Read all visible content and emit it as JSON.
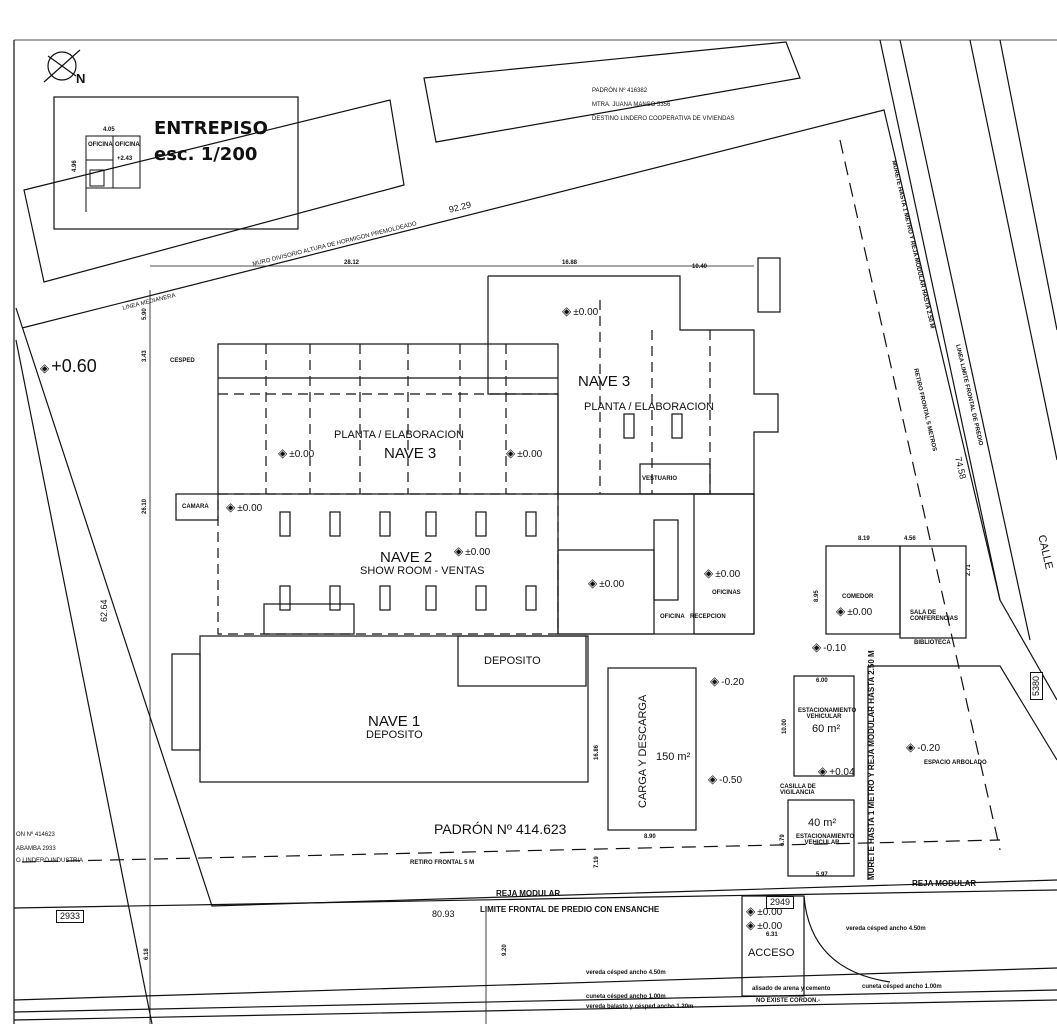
{
  "north_label": "N",
  "mezzanine": {
    "title": "ENTREPISO",
    "scale": "esc. 1/200",
    "dims": [
      "4.05",
      "4.96",
      "+2.43"
    ],
    "rooms": [
      "OFICINA",
      "OFICINA"
    ]
  },
  "neighbor_top": {
    "lines": [
      "PADRÓN Nº 416382",
      "MTRA. JUANA MANSO 5356",
      "DESTINO LINDERO COOPERATIVA DE VIVIENDAS"
    ]
  },
  "neighbor_left": {
    "lines": [
      "ON Nº 414623",
      "ABAMBA 2933",
      "O LINDERO INDUSTRIA"
    ]
  },
  "labels": {
    "nave3_a": "NAVE 3",
    "planta_a": "PLANTA / ELABORACION",
    "nave3_b": "NAVE 3",
    "planta_b": "PLANTA / ELABORACION",
    "nave2": "NAVE 2",
    "showroom": "SHOW ROOM - VENTAS",
    "nave1": "NAVE 1",
    "deposito1": "DEPOSITO",
    "deposito2": "DEPOSITO",
    "carga": "CARGA Y DESCARGA",
    "carga_area": "150 m²",
    "padron": "PADRÓN Nº 414.623",
    "retiro": "RETIRO FRONTAL 5 M",
    "reja1": "REJA MODULAR",
    "reja2": "REJA MODULAR",
    "limite": "LIMITE FRONTAL DE PREDIO CON ENSANCHE",
    "acceso": "ACCESO",
    "est1_title": "ESTACIONAMIENTO VEHICULAR",
    "est1_area": "60 m²",
    "est2_title": "ESTACIONAMIENTO VEHICULAR",
    "est2_area": "40 m²",
    "casilla": "CASILLA DE VIGILANCIA",
    "comedor": "COMEDOR",
    "sala": "SALA DE CONFERENCIAS",
    "biblioteca": "BIBLIOTECA",
    "espacio": "ESPACIO ARBOLADO",
    "oficinas": "OFICINAS",
    "oficina": "OFICINA",
    "recepcion": "RECEPCION",
    "vestuario": "VESTUARIO",
    "camara": "CAMARA",
    "cesped": "CESPED",
    "vereda1": "vereda césped ancho 4.50m",
    "vereda2": "vereda césped ancho 4.50m",
    "cuneta1": "cuneta césped ancho 1.00m",
    "cuneta2": "cuneta césped ancho 1.00m",
    "vereda_balasto": "vereda balasto y césped ancho 1.20m",
    "alisado": "alisado de arena y cemento",
    "no_cordon": "NO EXISTE CORDON.-",
    "calle": "CALLE",
    "lote_2933": "2933",
    "lote_2949": "2949",
    "lote_5380": "5380",
    "muro_top": "MURO DIVISORIO ALTURA DE HORMIGON PREMOLDEADO",
    "linea_medianera": "LINEA MEDIANERA",
    "murete_right": "MURETE HASTA 1 METRO Y REJA MODULAR HASTA 2.50 M",
    "murete_bottom": "MURETE HASTA 1 METRO Y REJA MODULAR HASTA 2.50 M",
    "retiro_right": "RETIRO FRONTAL 5 METROS",
    "linea_limite": "LINEA LIMITE FRONTAL DE PREDIO"
  },
  "levels": {
    "l060": "+0.60",
    "l000a": "±0.00",
    "l000b": "±0.00",
    "l000c": "±0.00",
    "l000d": "±0.00",
    "l000e": "±0.00",
    "l000f": "±0.00",
    "l000g": "±0.00",
    "l000h": "±0.00",
    "l000i": "±0.00",
    "l000j": "±0.00",
    "lm010": "-0.10",
    "lm020a": "-0.20",
    "lm020b": "-0.20",
    "lm050": "-0.50",
    "l004": "+0.04"
  },
  "dims": {
    "d9229": "92.29",
    "d2812": "28.12",
    "d1688": "16.88",
    "d1040": "10.40",
    "d8093": "80.93",
    "d6264": "62.64",
    "d7458": "74.58",
    "d2610": "26.10",
    "d590": "5.90",
    "d343": "3.43",
    "d819": "8.19",
    "d456": "4.56",
    "d600": "6.00",
    "d1000": "10.00",
    "d890": "8.90",
    "d597": "5.97",
    "d679": "6.79",
    "d1686": "16.86",
    "d719": "7.19",
    "d631": "6.31",
    "d618": "6.18",
    "d920": "9.20",
    "d895": "8.95",
    "d271": "2.71"
  }
}
